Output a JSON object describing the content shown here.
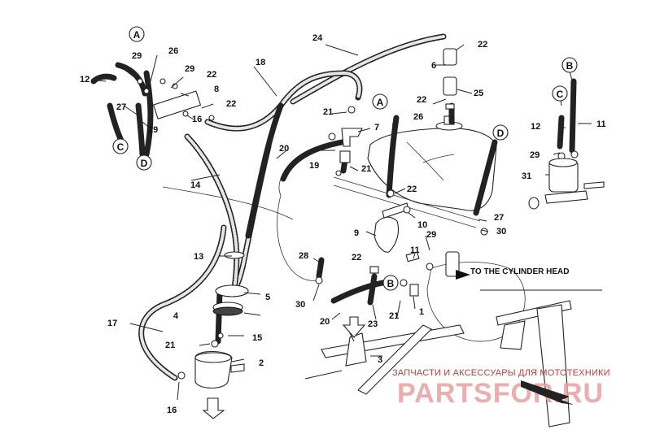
{
  "labels": {
    "l1": "1",
    "l2": "2",
    "l3": "3",
    "l4": "4",
    "l5": "5",
    "l6": "6",
    "l7": "7",
    "l8": "8",
    "l9": "9",
    "l10": "10",
    "l11a": "11",
    "l11b": "11",
    "l12a": "12",
    "l12b": "12",
    "l13": "13",
    "l14": "14",
    "l15": "15",
    "l16a": "16",
    "l16b": "16",
    "l17": "17",
    "l18": "18",
    "l19": "19",
    "l20a": "20",
    "l20b": "20",
    "l21a": "21",
    "l21b": "21",
    "l21c": "21",
    "l21d": "21",
    "l22a": "22",
    "l22b": "22",
    "l22c": "22",
    "l22d": "22",
    "l22e": "22",
    "l22f": "22",
    "l23": "23",
    "l24": "24",
    "l25": "25",
    "l26a": "26",
    "l26b": "26",
    "l27a": "27",
    "l27b": "27",
    "l28": "28",
    "l29a": "29",
    "l29b": "29",
    "l29c": "29",
    "l29d": "29",
    "l29e": "29",
    "l30a": "30",
    "l30b": "30",
    "l31": "31"
  },
  "connectors": {
    "a1": "A",
    "a2": "A",
    "b1": "B",
    "b2": "B",
    "c1": "C",
    "c2": "C",
    "d1": "D",
    "d2": "D"
  },
  "note": "TO THE CYLINDER HEAD",
  "watermark": {
    "top": "ЗАПЧАСТИ И АКСЕССУАРЫ ДЛЯ МОТОТЕХНИКИ",
    "logo": "PARTSFOR.RU"
  }
}
